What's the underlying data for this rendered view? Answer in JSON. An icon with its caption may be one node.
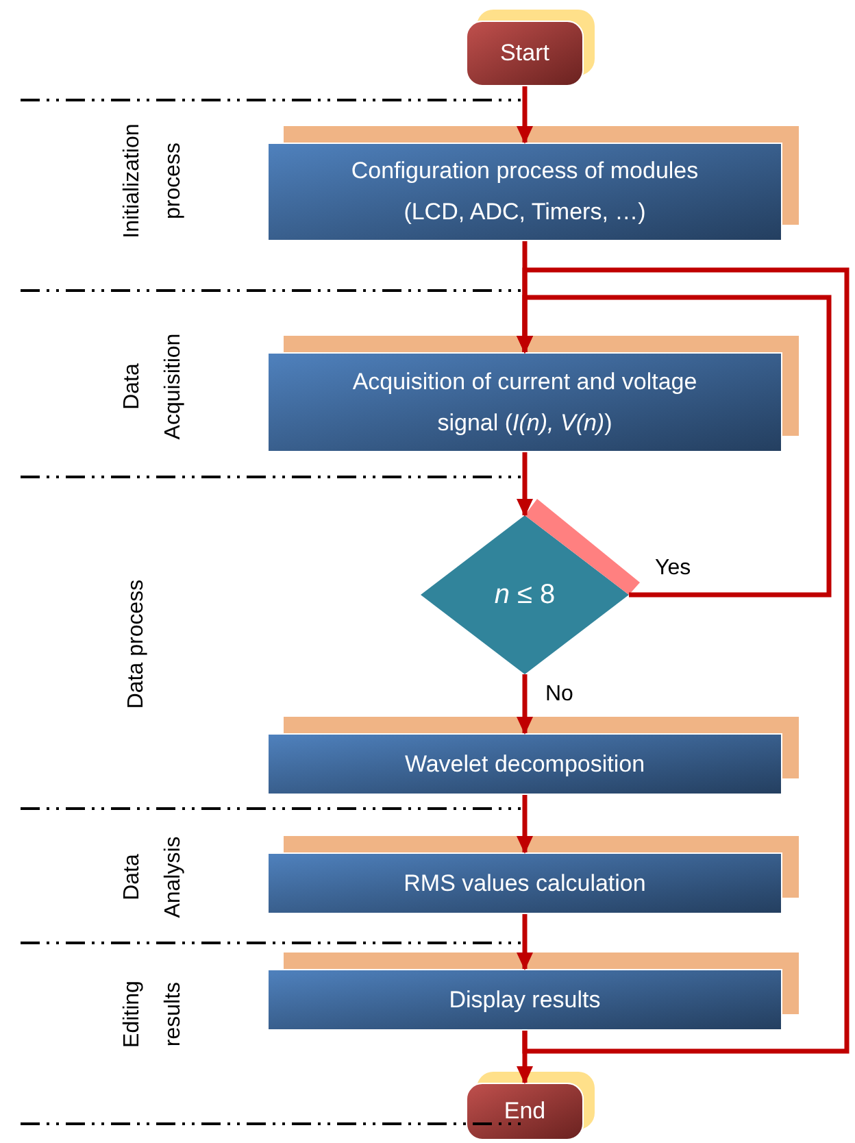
{
  "diagram": {
    "nodes": [
      {
        "text": [
          "Start"
        ]
      },
      {
        "text": [
          "Configuration process of modules (LCD, ADC, Timers, …)"
        ]
      },
      {
        "text": [
          "Acquisition of current and voltage signal (*I(n), V(n)*)"
        ]
      },
      {
        "text": [
          "*n* ≤ 8"
        ]
      },
      {
        "text": [
          "Wavelet decomposition"
        ]
      },
      {
        "text": [
          "RMS values calculation"
        ]
      },
      {
        "text": [
          "Display results"
        ]
      },
      {
        "text": [
          "End"
        ]
      }
    ],
    "edges": [
      {
        "from": 0,
        "to": 1,
        "arrow": "to"
      },
      {
        "from": 1,
        "to": 2,
        "arrow": "to"
      },
      {
        "from": 2,
        "to": 3,
        "arrow": "to"
      },
      {
        "from": 3,
        "to": 2,
        "arrow": "to",
        "label": "Yes"
      },
      {
        "from": 3,
        "to": 4,
        "arrow": "to",
        "label": "No"
      },
      {
        "from": 4,
        "to": 5,
        "arrow": "to"
      },
      {
        "from": 5,
        "to": 6,
        "arrow": "to"
      },
      {
        "from": 6,
        "to": 7,
        "arrow": "to"
      },
      {
        "from": 6,
        "to": 2,
        "arrow": "to"
      }
    ],
    "labels": [
      "Initialization process",
      "Data Acquisition",
      "Data process",
      "Data Analysis",
      "Editing results"
    ]
  }
}
